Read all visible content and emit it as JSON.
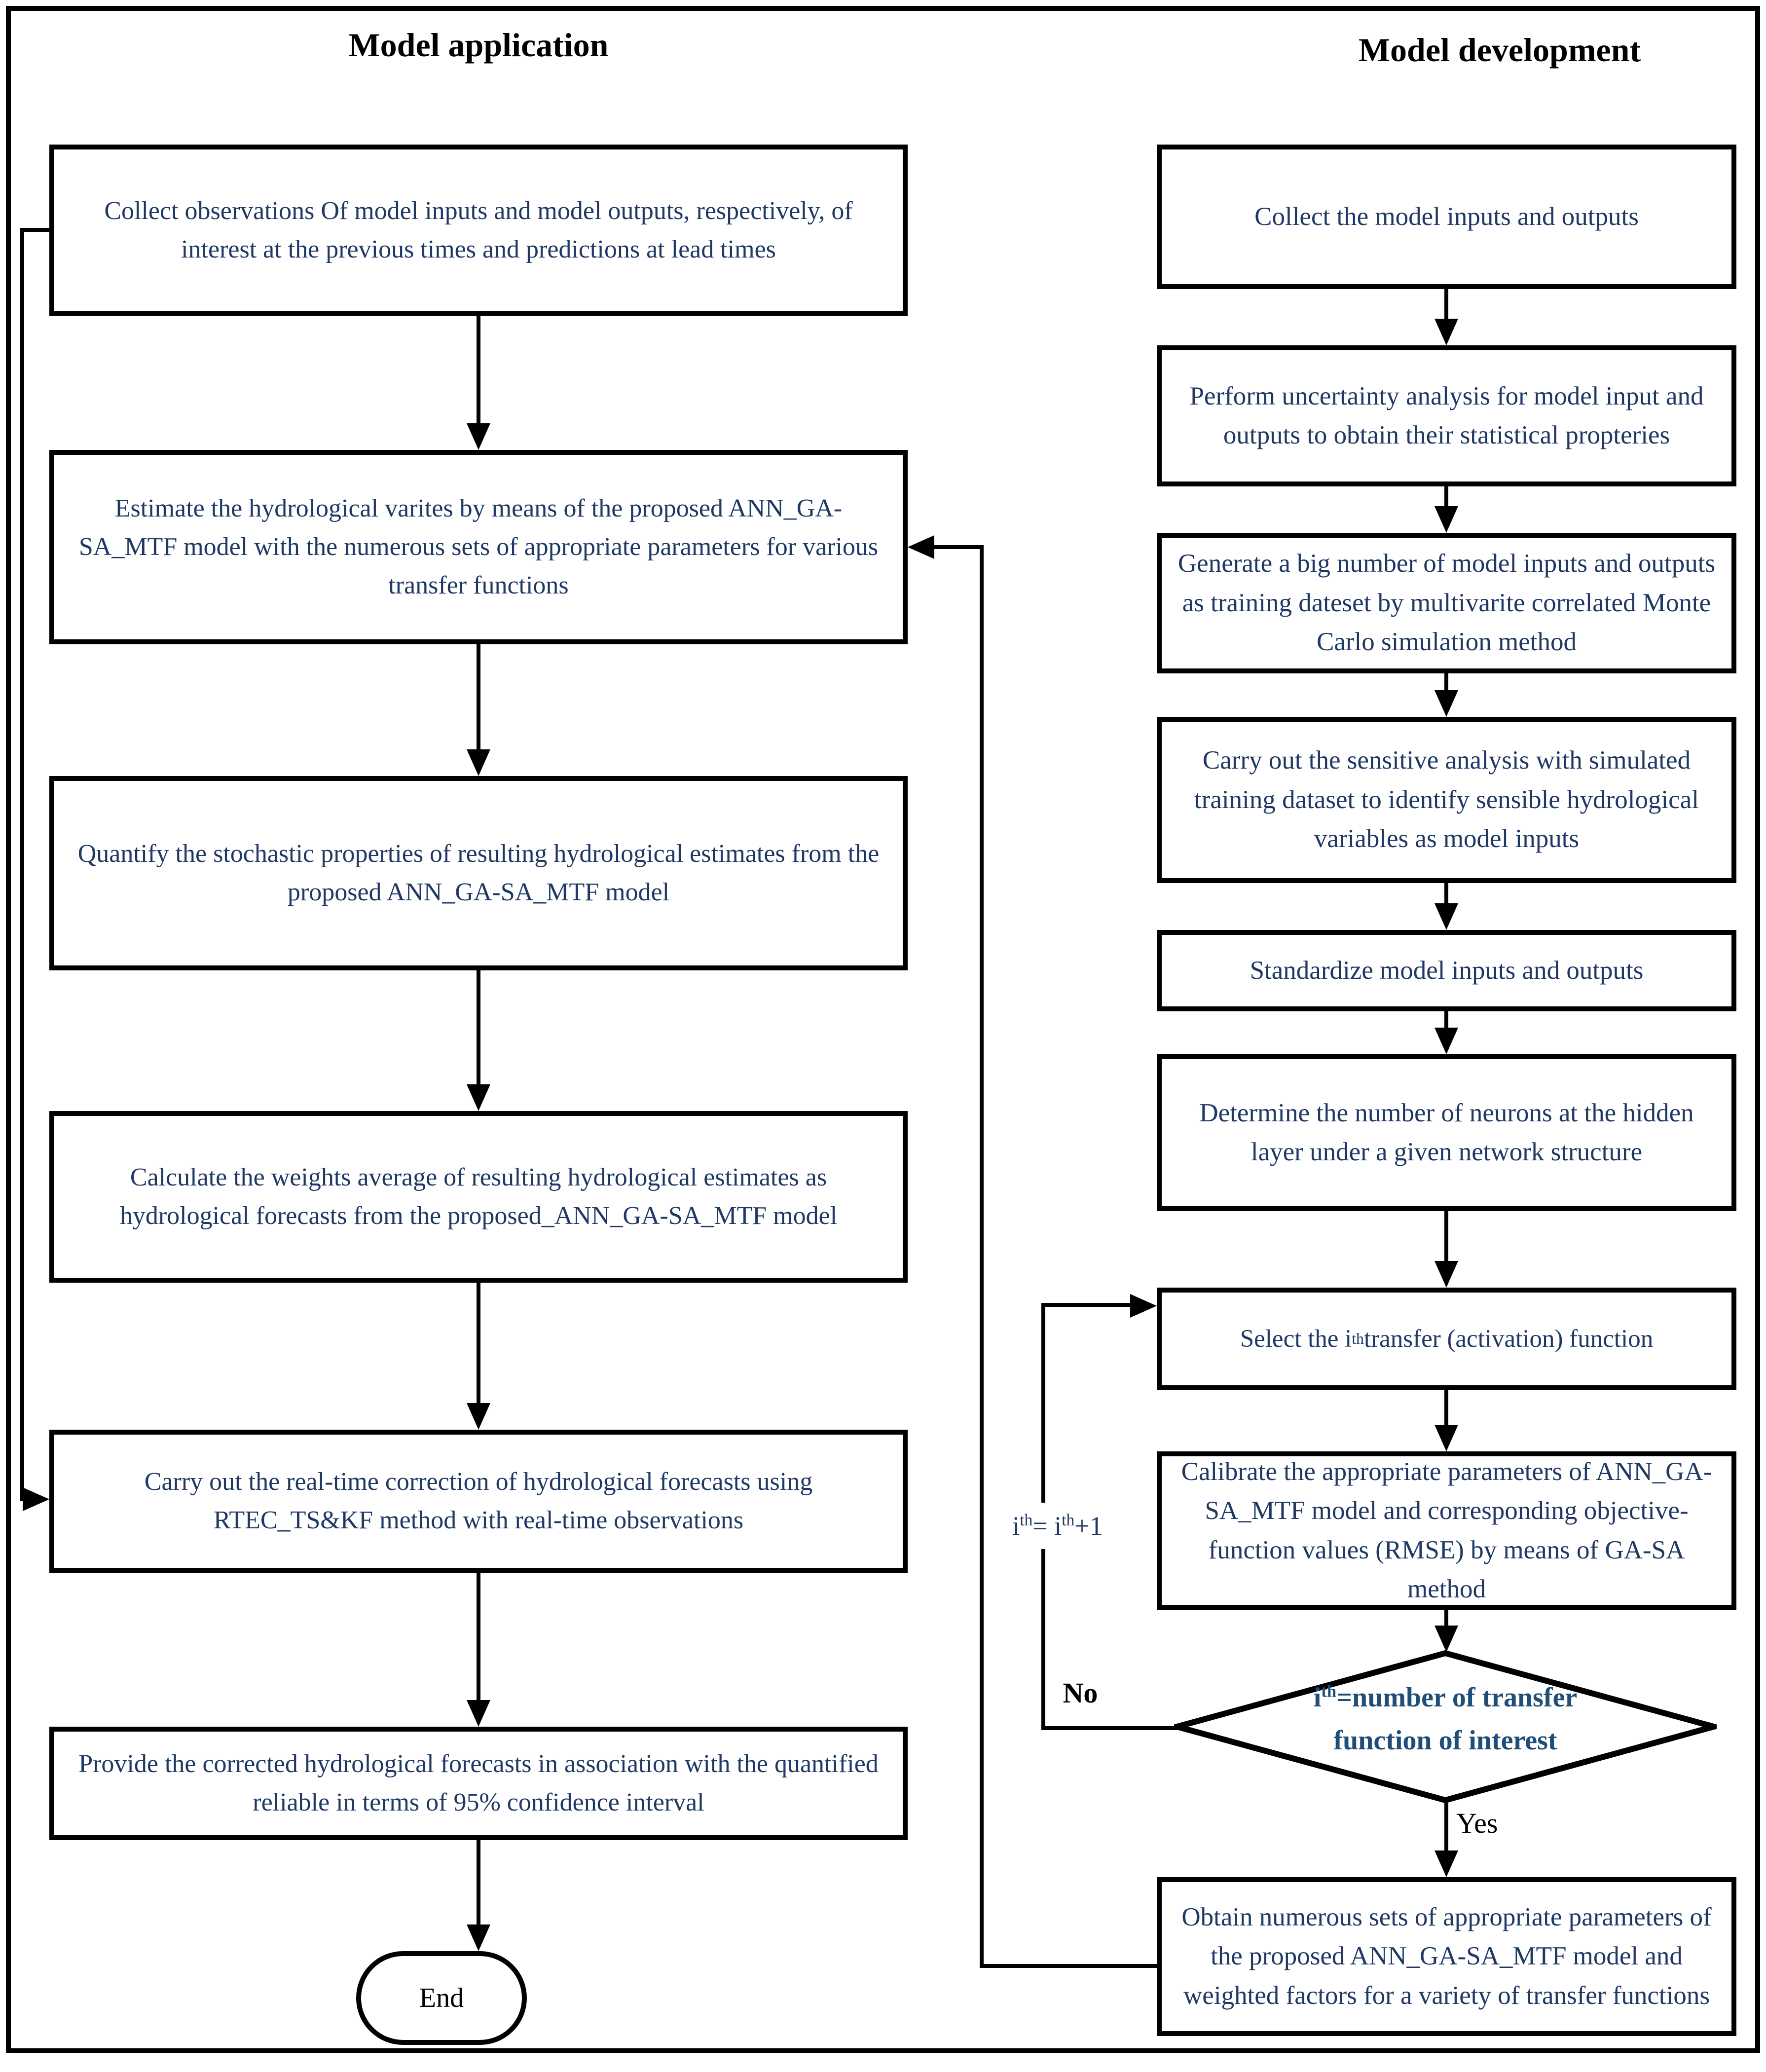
{
  "titles": {
    "left": "Model application",
    "right": "Model development"
  },
  "colors": {
    "background": "#ffffff",
    "box_border": "#000000",
    "box_text": "#1f3864",
    "decision_text": "#1f4e79",
    "label_text": "#000000"
  },
  "left_column": {
    "boxes": [
      {
        "label": "Collect observations Of model inputs and model outputs, respectively, of interest at the previous times and predictions at lead times"
      },
      {
        "label": "Estimate the hydrological varites by means of the proposed ANN_GA-SA_MTF model with the numerous sets of appropriate parameters for various transfer functions"
      },
      {
        "label": "Quantify the stochastic properties of resulting hydrological estimates  from the proposed ANN_GA-SA_MTF model"
      },
      {
        "label": "Calculate the weights average of resulting hydrological estimates as hydrological forecasts from the proposed_ANN_GA-SA_MTF model"
      },
      {
        "label": "Carry out the real-time correction of hydrological forecasts using RTEC_TS&KF method with real-time observations"
      },
      {
        "label": "Provide the corrected hydrological forecasts in association with the quantified reliable in terms of 95% confidence interval"
      }
    ],
    "end_label": "End"
  },
  "right_column": {
    "boxes": [
      {
        "label": "Collect the model inputs and outputs"
      },
      {
        "label": "Perform uncertainty analysis for model input and outputs to obtain their statistical propteries"
      },
      {
        "label": "Generate a big number of model inputs and outputs as training dateset by multivarite correlated Monte Carlo simulation method"
      },
      {
        "label": "Carry out the sensitive analysis with simulated training dataset to identify sensible hydrological variables as model inputs"
      },
      {
        "label": "Standardize model inputs and outputs"
      },
      {
        "label": "Determine the number of neurons at the hidden layer under a given network structure"
      },
      {
        "label": "Calibrate the appropriate parameters of ANN_GA-SA_MTF model and corresponding objective-function values (RMSE) by means of GA-SA method"
      },
      {
        "label": "Obtain numerous sets of appropriate parameters of the proposed ANN_GA-SA_MTF model and weighted factors for a variety of transfer functions"
      }
    ],
    "select_step_parts": [
      "Select the i",
      "th",
      "  transfer (activation) function"
    ],
    "decision_parts": [
      "i",
      "th",
      "=number of transfer function of interest"
    ]
  },
  "labels": {
    "no": "No",
    "yes": "Yes",
    "iteration_parts": [
      "i",
      "th",
      "= i",
      "th",
      "+1"
    ]
  }
}
